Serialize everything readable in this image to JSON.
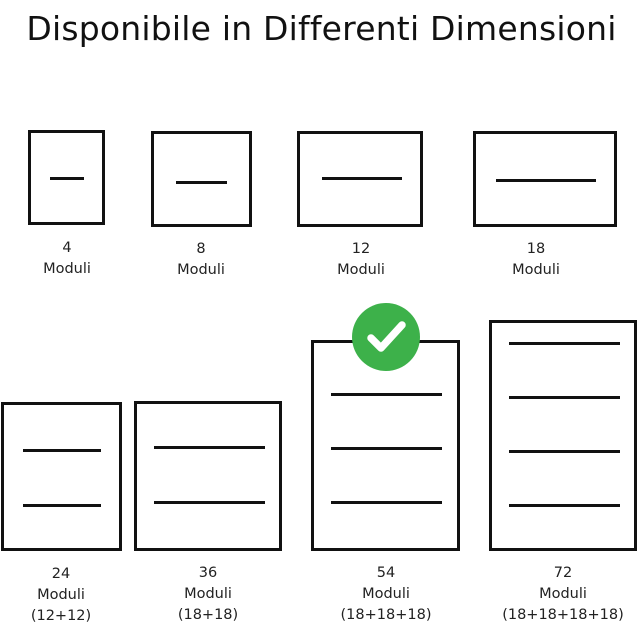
{
  "title": "Disponibile in Differenti Dimensioni",
  "accent_color": "#3db14a",
  "selected_option": "54",
  "options": [
    {
      "size": "4",
      "unit": "Moduli",
      "breakdown": ""
    },
    {
      "size": "8",
      "unit": "Moduli",
      "breakdown": ""
    },
    {
      "size": "12",
      "unit": "Moduli",
      "breakdown": ""
    },
    {
      "size": "18",
      "unit": "Moduli",
      "breakdown": ""
    },
    {
      "size": "24",
      "unit": "Moduli",
      "breakdown": "(12+12)"
    },
    {
      "size": "36",
      "unit": "Moduli",
      "breakdown": "(18+18)"
    },
    {
      "size": "54",
      "unit": "Moduli",
      "breakdown": "(18+18+18)"
    },
    {
      "size": "72",
      "unit": "Moduli",
      "breakdown": "(18+18+18+18)"
    }
  ]
}
